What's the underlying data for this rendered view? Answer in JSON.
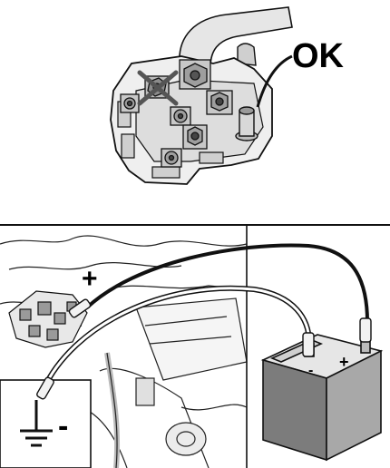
{
  "top_panel": {
    "ok_label": "OK"
  },
  "bottom_panel": {
    "plus_label": "+",
    "minus_label": "-",
    "ground_minus_label": "-",
    "battery_plus_symbol": "+",
    "battery_minus_symbol": "-"
  },
  "colors": {
    "line": "#111111",
    "fill_light": "#f2f2f2",
    "fill_mid": "#d4d4d4",
    "fill_dark": "#9a9a9a",
    "cross": "#555555"
  },
  "icons": [
    "terminal-block",
    "crossed-out-bolt",
    "ground-symbol",
    "battery",
    "jumper-cable"
  ]
}
